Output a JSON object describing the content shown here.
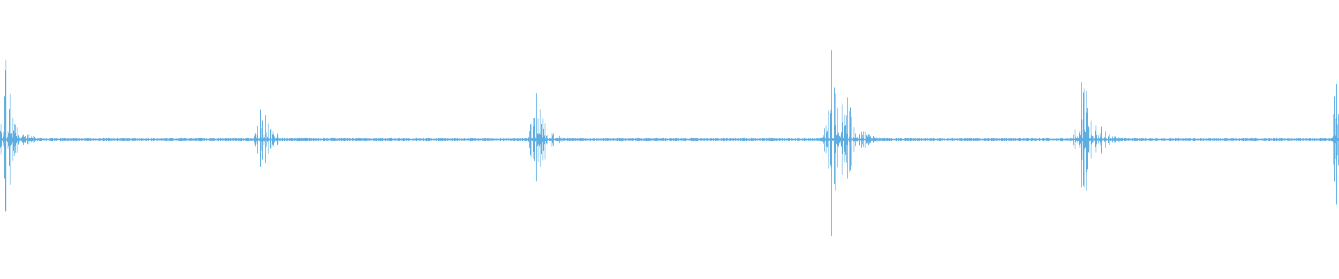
{
  "waveform": {
    "color": "#5dade2",
    "background": "#ffffff",
    "duration": 1,
    "bursts": [
      {
        "center": 0.0045,
        "amplitude": 0.68,
        "spread": 0.018
      },
      {
        "center": 0.195,
        "amplitude": 0.3,
        "spread": 0.018
      },
      {
        "center": 0.4,
        "amplitude": 0.42,
        "spread": 0.02
      },
      {
        "center": 0.623,
        "amplitude": 1.0,
        "spread": 0.024
      },
      {
        "center": 0.808,
        "amplitude": 0.62,
        "spread": 0.024
      },
      {
        "center": 0.9975,
        "amplitude": 1.0,
        "spread": 0.008
      }
    ]
  }
}
